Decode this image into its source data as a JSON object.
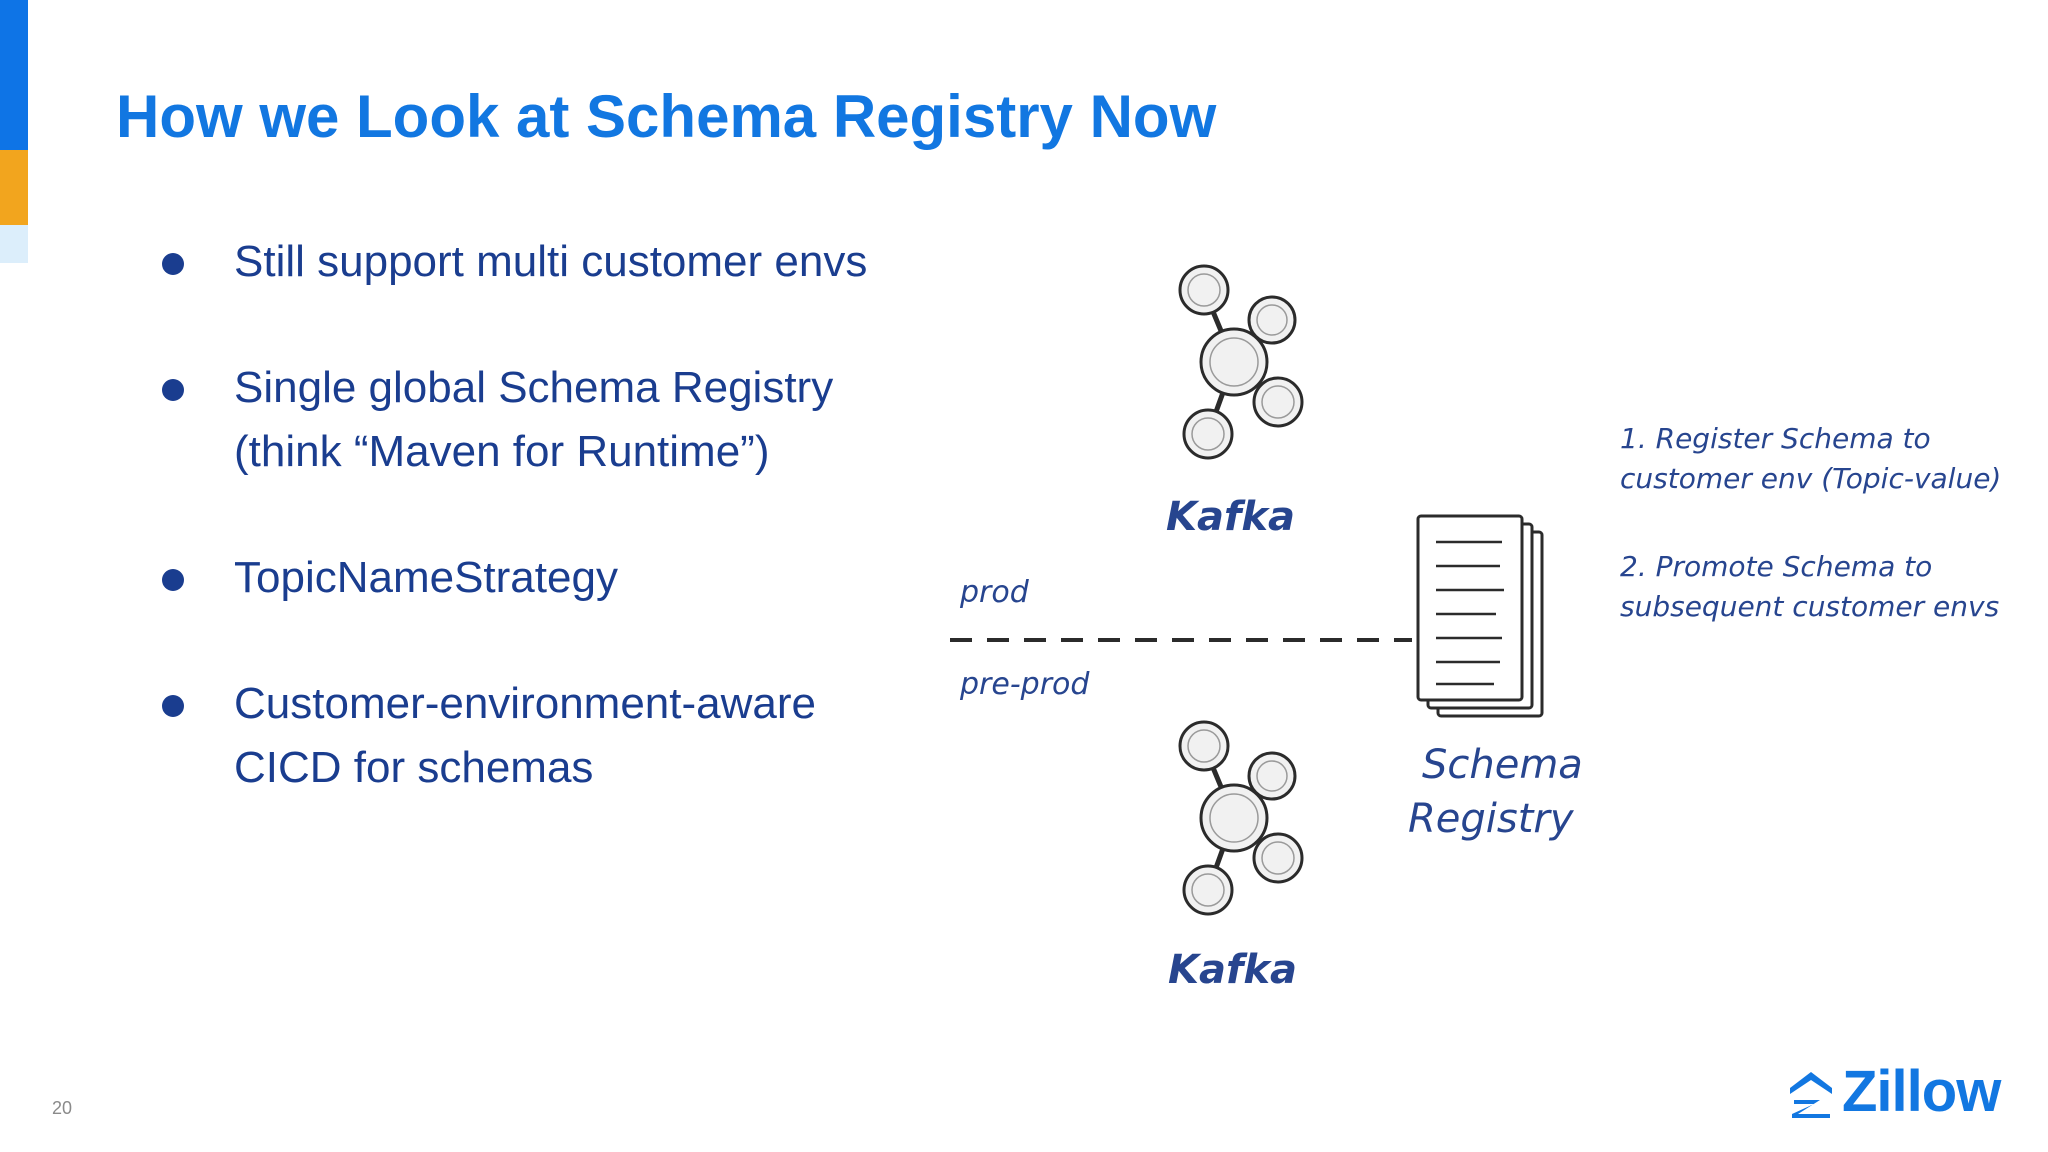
{
  "slide": {
    "title": "How we Look at Schema Registry Now",
    "page_number": "20"
  },
  "bullets": [
    "Still support multi customer envs",
    "Single global Schema Registry\n(think “Maven for Runtime”)",
    "TopicNameStrategy",
    "Customer-environment-aware\nCICD for schemas"
  ],
  "diagram": {
    "kafka_top_label": "Kafka",
    "kafka_bottom_label": "Kafka",
    "prod_label": "prod",
    "preprod_label": "pre-prod",
    "registry_label_line1": "Schema",
    "registry_label_line2": "Registry",
    "note1_line1": "1. Register Schema to",
    "note1_line2": "customer env (Topic-value)",
    "note2_line1": "2. Promote Schema to",
    "note2_line2": "subsequent customer envs"
  },
  "logo": {
    "text": "Zillow",
    "icon": "zillow-house-icon"
  },
  "colors": {
    "title": "#1277e1",
    "bullet_text": "#1a3d8f",
    "accent_blue": "#0e74e6",
    "accent_orange": "#f2a51e",
    "sketch_ink": "#27458f"
  }
}
